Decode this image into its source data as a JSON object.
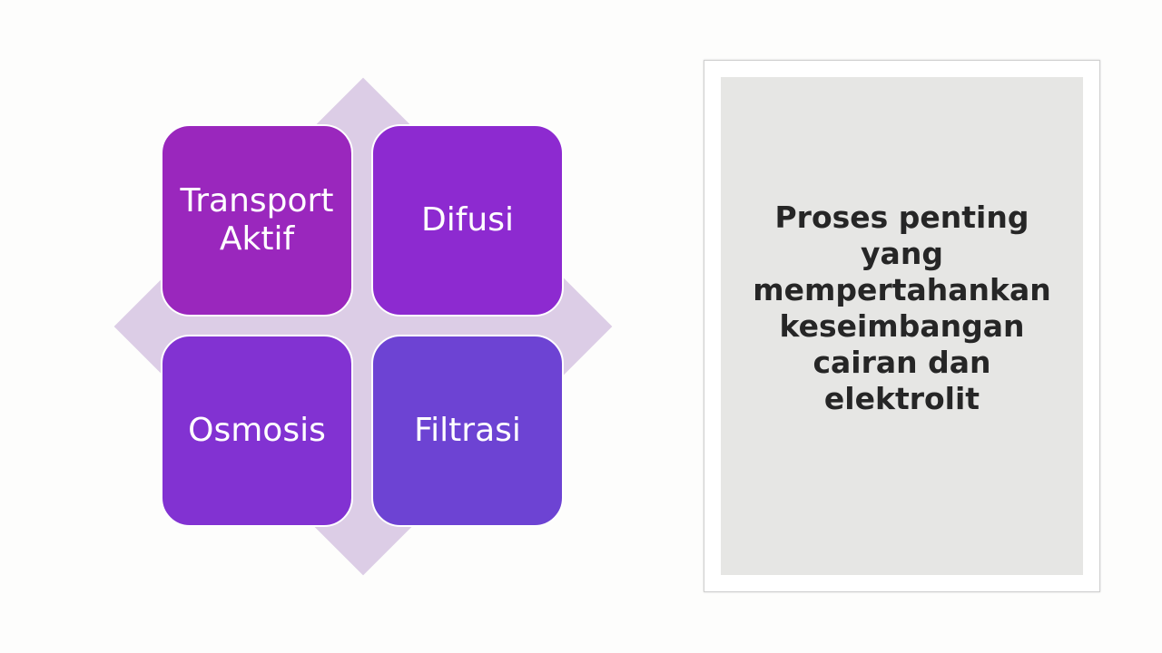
{
  "diagram": {
    "cells": {
      "top_left": {
        "lines": [
          "Transport",
          "Aktif"
        ]
      },
      "top_right": {
        "lines": [
          "Difusi"
        ]
      },
      "bottom_left": {
        "lines": [
          "Osmosis"
        ]
      },
      "bottom_right": {
        "lines": [
          "Filtrasi"
        ]
      }
    },
    "colors": {
      "top_left": "#9a27bd",
      "top_right": "#8d2ad0",
      "bottom_left": "#8232d2",
      "bottom_right": "#6d43d3",
      "diamond": "#dccde6"
    }
  },
  "panel": {
    "lines": [
      "Proses penting",
      "yang",
      "mempertahankan",
      "keseimbangan",
      "cairan dan",
      "elektrolit"
    ]
  }
}
